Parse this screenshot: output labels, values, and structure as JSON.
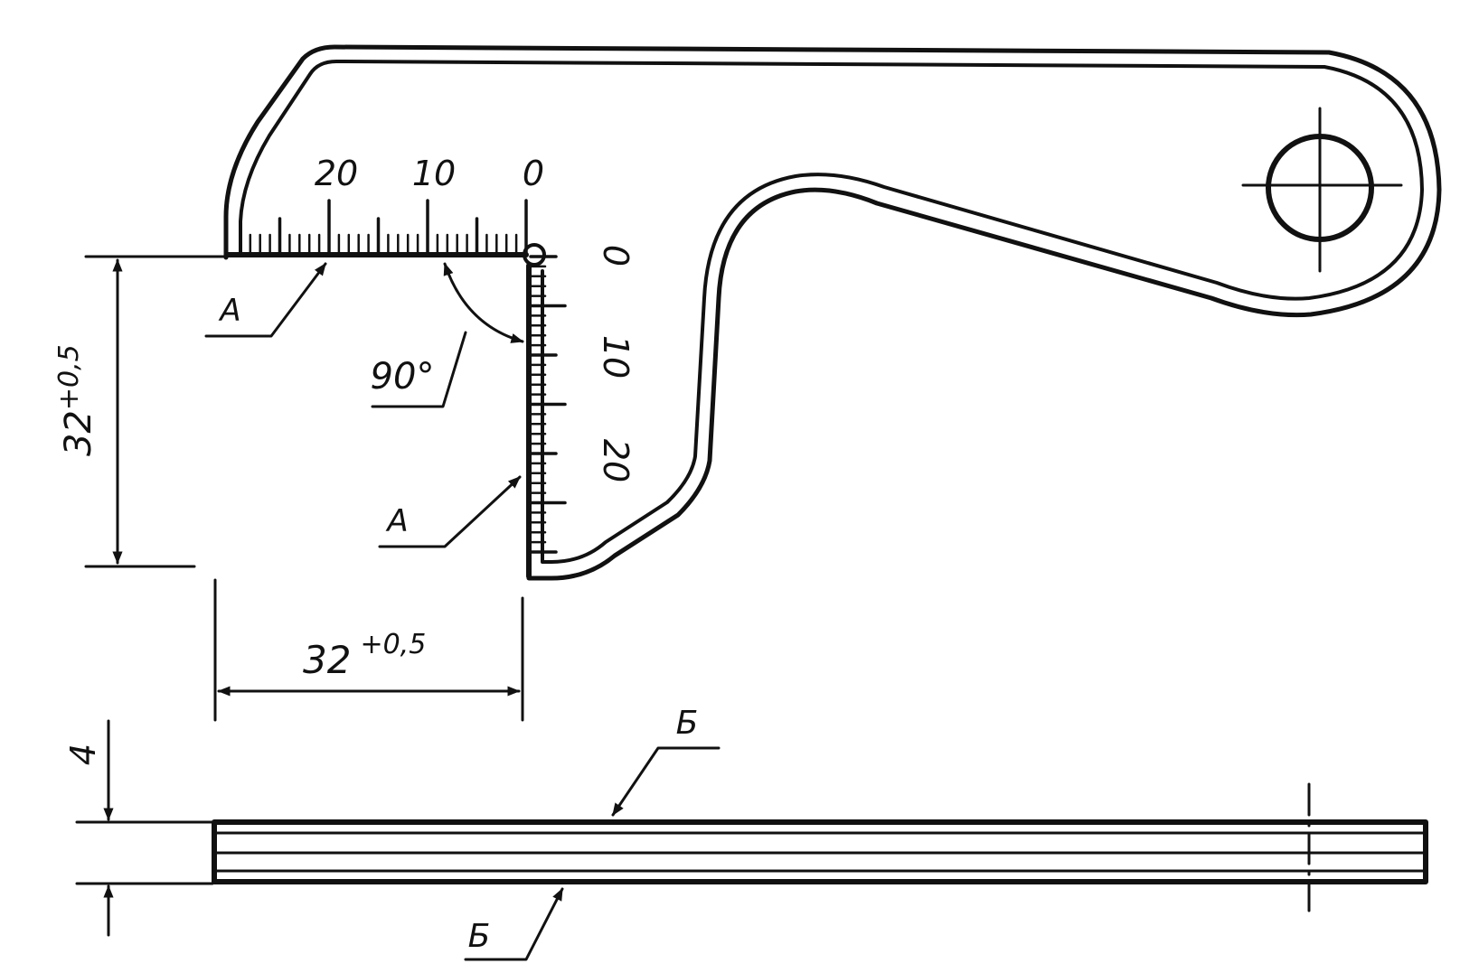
{
  "drawing": {
    "top_scale_labels": [
      "20",
      "10",
      "0"
    ],
    "side_scale_labels": [
      "0",
      "10",
      "20"
    ],
    "angle_label": "90°",
    "surface_a_label": "А",
    "surface_b_label": "Б",
    "dim_vertical": {
      "base": "32",
      "tolerance": "+0,5"
    },
    "dim_horizontal": {
      "base": "32",
      "tolerance": "+0,5"
    },
    "thickness_label": "4"
  },
  "colors": {
    "ink": "#111111",
    "paper": "#ffffff"
  }
}
